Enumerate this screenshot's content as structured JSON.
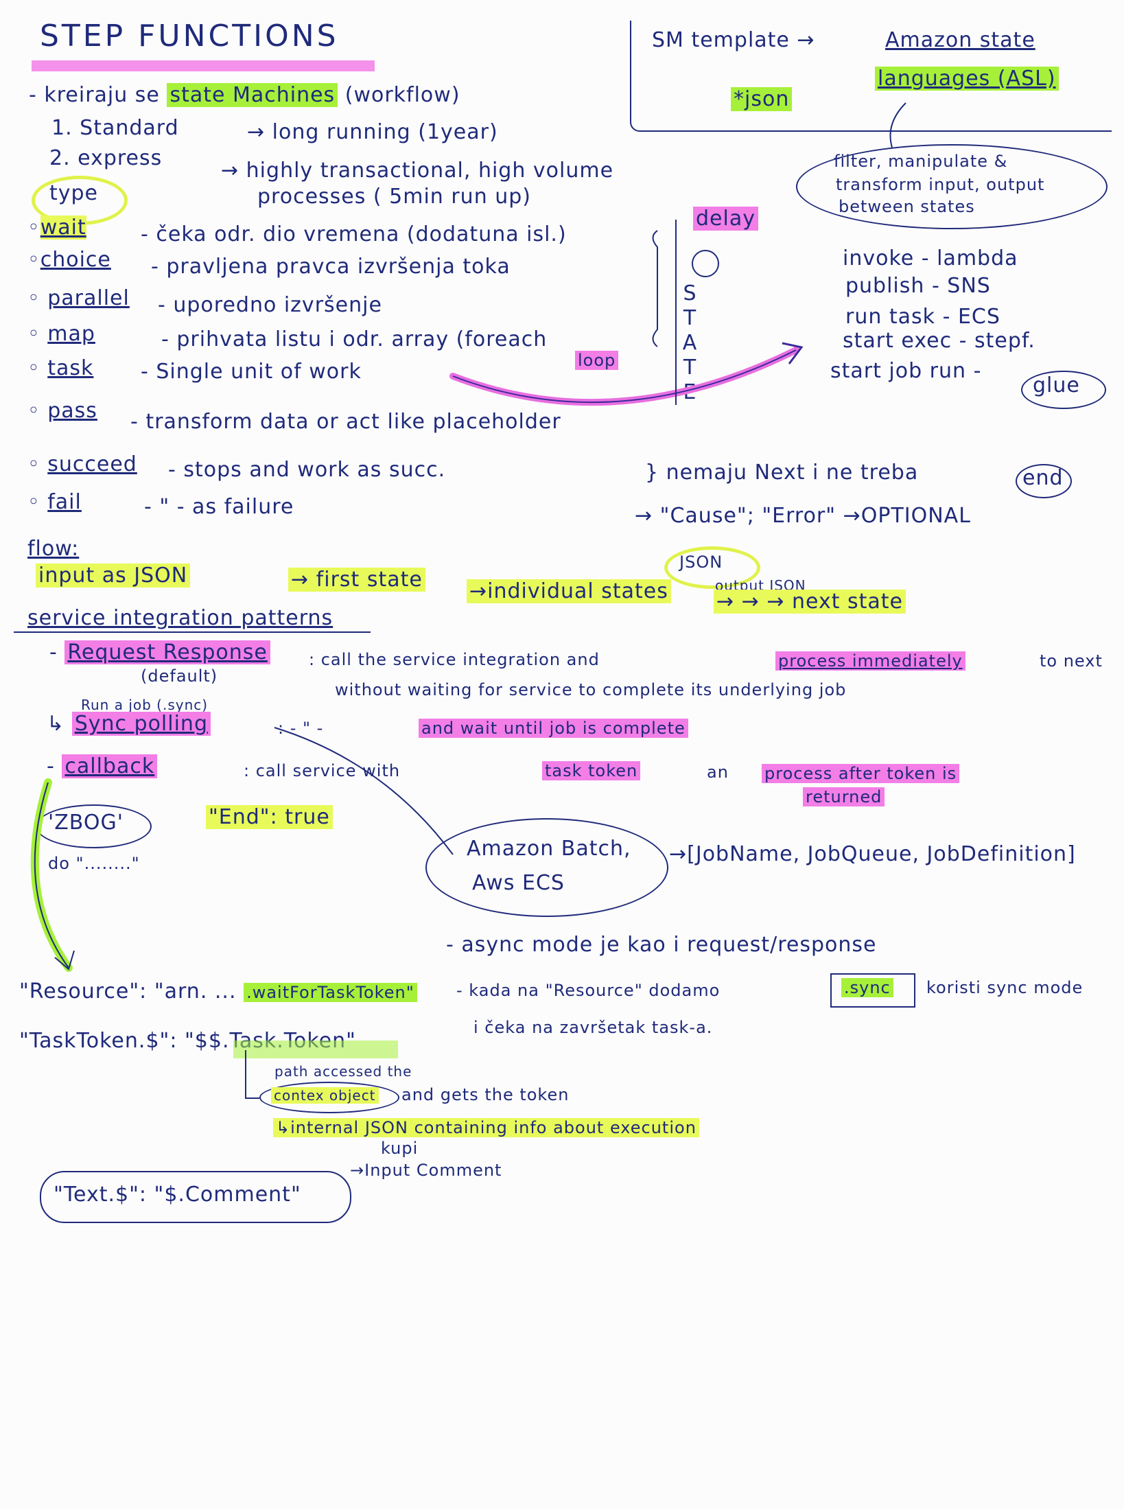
{
  "title": "STEP FUNCTIONS",
  "header": {
    "line1_a": "- kreiraju se",
    "line1_hl": "state Machines",
    "line1_b": "(workflow)",
    "standard": "1. Standard",
    "standard_desc": "→ long running (1year)",
    "express": "2. express",
    "express_desc": "→ highly transactional, high volume",
    "express_desc2": "processes ( 5min run up)"
  },
  "template_box": {
    "line1": "SM template →",
    "asl": "Amazon state",
    "asl2": "languages (ASL)",
    "json": "*json",
    "filter": "filter, manipulate &",
    "filter2": "transform input, output",
    "filter3": "between states"
  },
  "type_label": "type",
  "types": [
    {
      "name": "wait",
      "desc": "- čeka odr. dio vremena (dodatuna isl.)"
    },
    {
      "name": "choice",
      "desc": "- pravljena pravca izvršenja toka"
    },
    {
      "name": "parallel",
      "desc": "- uporedno izvršenje"
    },
    {
      "name": "map",
      "desc": "- prihvata listu i odr. array (foreach"
    },
    {
      "name": "task",
      "desc": "- Single unit of work"
    },
    {
      "name": "pass",
      "desc": "- transform data or act like placeholder"
    },
    {
      "name": "succeed",
      "desc": "- stops and work as succ."
    },
    {
      "name": "fail",
      "desc": "- \" -                    as failure"
    }
  ],
  "foreach_loop": "loop",
  "delay": "delay",
  "state_label": "STATE",
  "invoke_list": [
    "invoke - lambda",
    "publish - SNS",
    "run task - ECS",
    "start exec - stepf.",
    "start job run -"
  ],
  "glue": "glue",
  "nemaju": "} nemaju Next i ne treba",
  "end_word": "end",
  "cause_error": "→ \"Cause\"; \"Error\" →OPTIONAL",
  "flow": {
    "label": "flow:",
    "input": "input as JSON",
    "first": "→ first state",
    "individual": "→individual states",
    "output": "output JSON",
    "json_circle": "JSON",
    "next": "→ → → next state"
  },
  "service": {
    "title": "service integration patterns",
    "request": "Request Response",
    "default": "(default)",
    "request_desc": ": call the service integration and",
    "process_imm": "process immediately",
    "to_next": "to next",
    "request_desc2": "without waiting for service to complete its underlying job",
    "run_job": "Run a job (.sync)",
    "sync": "Sync polling",
    "sync_desc_a": ": - \" -",
    "sync_desc": "and wait until job is complete",
    "callback": "callback",
    "callback_desc": ": call service with",
    "task_token": "task token",
    "callback_desc2": "an",
    "process_after": "process after token is",
    "returned": "returned"
  },
  "end_notes": {
    "zbog": "'ZBOG'",
    "end_true": "\"End\": true",
    "scribble": "do \"........\""
  },
  "batch": {
    "circle1": "Amazon Batch,",
    "circle2": "Aws ECS",
    "params": "→[JobName, JobQueue, JobDefinition]"
  },
  "async_line": "- async mode je kao i request/response",
  "resource": {
    "a": "\"Resource\": \"arn. ...",
    "hl": ".waitForTaskToken\"",
    "b": "- kada na \"Resource\" dodamo",
    "sync": ".sync",
    "c": "koristi sync mode",
    "d": "i čeka na završetak task-a."
  },
  "tasktoken": {
    "a": "\"TaskToken.$\": \"$$.Task.Token\"",
    "path": "path accessed the",
    "context": "contex object",
    "gets": "and gets the token",
    "internal": "↳internal JSON containing info about execution"
  },
  "text": {
    "code": "\"Text.$\": \"$.Comment\"",
    "kupi": "kupi",
    "input": "→Input Comment"
  }
}
